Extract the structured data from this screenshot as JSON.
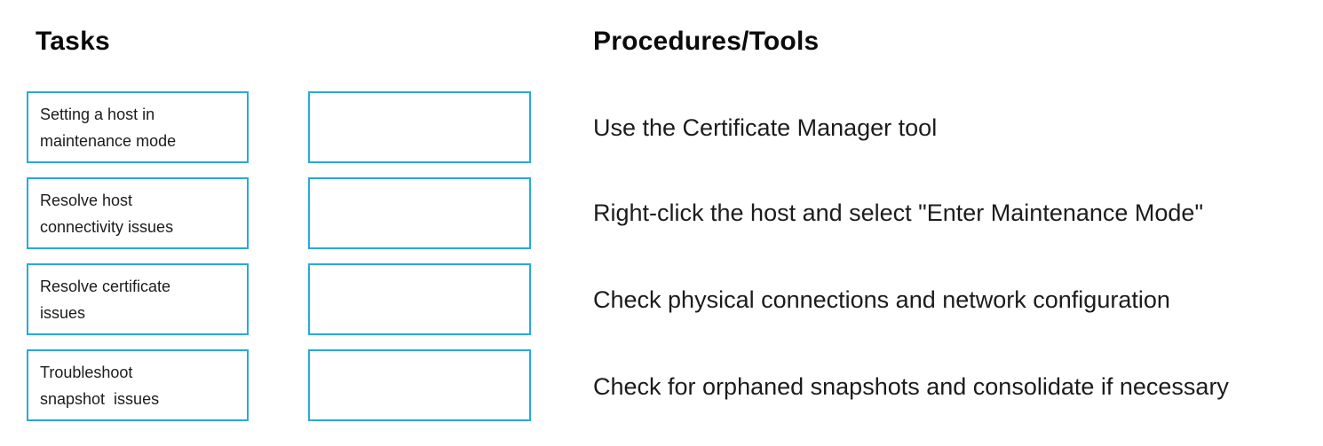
{
  "accent_color": "#29a9dc",
  "text_color": "#1c1c1c",
  "left": {
    "heading": "Tasks",
    "tasks": [
      {
        "lines": [
          "Setting a host in",
          "maintenance mode"
        ]
      },
      {
        "lines": [
          "Resolve host",
          "connectivity issues"
        ]
      },
      {
        "lines": [
          "Resolve certificate",
          "issues"
        ]
      },
      {
        "lines": [
          "Troubleshoot",
          "snapshot  issues"
        ]
      }
    ]
  },
  "drop_targets": [
    {
      "value": ""
    },
    {
      "value": ""
    },
    {
      "value": ""
    },
    {
      "value": ""
    }
  ],
  "right": {
    "heading": "Procedures/Tools",
    "procedures": [
      "Use the Certificate Manager tool",
      "Right-click the host and select \"Enter Maintenance Mode\"",
      "Check physical connections and network configuration",
      "Check for orphaned snapshots and consolidate if necessary"
    ]
  }
}
